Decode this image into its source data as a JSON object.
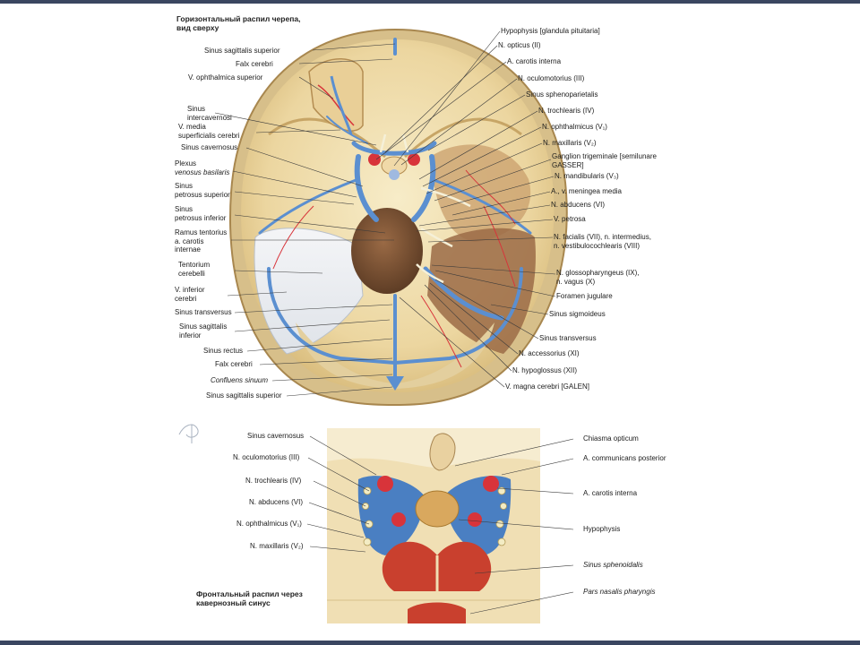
{
  "top_title": [
    "Горизонтальный распил черепа,",
    "вид сверху"
  ],
  "bottom_title": [
    "Фронтальный распил через",
    "кавернозный синус"
  ],
  "top_left_labels": [
    {
      "lines": [
        "Sinus sagittalis superior"
      ]
    },
    {
      "lines": [
        "Falx cerebri"
      ]
    },
    {
      "lines": [
        "V. ophthalmica superior"
      ]
    },
    {
      "lines": [
        "Sinus",
        "intercavernosi"
      ]
    },
    {
      "lines": [
        "V. media",
        "superficialis cerebri"
      ]
    },
    {
      "lines": [
        "Sinus cavernosus"
      ]
    },
    {
      "lines": [
        "Plexus",
        "venosus basilaris"
      ],
      "italic2": true
    },
    {
      "lines": [
        "Sinus",
        "petrosus superior"
      ]
    },
    {
      "lines": [
        "Sinus",
        "petrosus inferior"
      ]
    },
    {
      "lines": [
        "Ramus tentorius",
        "a. carotis",
        "internae"
      ]
    },
    {
      "lines": [
        "Tentorium",
        "cerebelli"
      ]
    },
    {
      "lines": [
        "V. inferior",
        "cerebri"
      ]
    },
    {
      "lines": [
        "Sinus transversus"
      ]
    },
    {
      "lines": [
        "Sinus sagittalis",
        "inferior"
      ]
    },
    {
      "lines": [
        "Sinus rectus"
      ]
    },
    {
      "lines": [
        "Falx cerebri"
      ]
    },
    {
      "lines": [
        "Confluens sinuum"
      ],
      "italic": true
    },
    {
      "lines": [
        "Sinus sagittalis superior"
      ]
    }
  ],
  "top_right_labels": [
    {
      "lines": [
        "Hypophysis [glandula pituitaria]"
      ]
    },
    {
      "lines": [
        "N. opticus (II)"
      ]
    },
    {
      "lines": [
        "A. carotis interna"
      ]
    },
    {
      "lines": [
        "N. oculomotorius (III)"
      ]
    },
    {
      "lines": [
        "Sinus sphenoparietalis"
      ]
    },
    {
      "lines": [
        "N. trochlearis (IV)"
      ]
    },
    {
      "lines": [
        "N. ophthalmicus (V₁)"
      ]
    },
    {
      "lines": [
        "N. maxillaris (V₂)"
      ]
    },
    {
      "lines": [
        "Ganglion trigeminale [semilunare",
        "GASSER]"
      ]
    },
    {
      "lines": [
        "N. mandibularis (V₃)"
      ]
    },
    {
      "lines": [
        "A., v. meningea media"
      ]
    },
    {
      "lines": [
        "N. abducens (VI)"
      ]
    },
    {
      "lines": [
        "V. petrosa"
      ]
    },
    {
      "lines": [
        "N. facialis (VII), n. intermedius,",
        "n. vestibulocochlearis (VIII)"
      ]
    },
    {
      "lines": [
        "N. glossopharyngeus (IX),",
        "n. vagus (X)"
      ]
    },
    {
      "lines": [
        "Foramen jugulare"
      ]
    },
    {
      "lines": [
        "Sinus sigmoideus"
      ]
    },
    {
      "lines": [
        "Sinus transversus"
      ]
    },
    {
      "lines": [
        "N. accessorius (XI)"
      ]
    },
    {
      "lines": [
        "N. hypoglossus (XII)"
      ]
    },
    {
      "lines": [
        "V. magna cerebri [GALEN]"
      ]
    }
  ],
  "bottom_left_labels": [
    {
      "lines": [
        "Sinus cavernosus"
      ]
    },
    {
      "lines": [
        "N. oculomotorius (III)"
      ]
    },
    {
      "lines": [
        "N. trochlearis (IV)"
      ]
    },
    {
      "lines": [
        "N. abducens (VI)"
      ]
    },
    {
      "lines": [
        "N. ophthalmicus (V₁)"
      ]
    },
    {
      "lines": [
        "N. maxillaris (V₂)"
      ]
    }
  ],
  "bottom_right_labels": [
    {
      "lines": [
        "Chiasma opticum"
      ]
    },
    {
      "lines": [
        "A. communicans posterior"
      ]
    },
    {
      "lines": [
        "A. carotis interna"
      ]
    },
    {
      "lines": [
        "Hypophysis"
      ]
    },
    {
      "lines": [
        "Sinus sphenoidalis"
      ],
      "italic": true
    },
    {
      "lines": [
        "Pars nasalis pharyngis"
      ],
      "italic": true
    }
  ],
  "colors": {
    "bone": "#f2e3b8",
    "bone_edge": "#c9a96a",
    "vein": "#5b8fd0",
    "artery": "#d8343a",
    "brain_stem": "#7a5236",
    "tentorium": "#eef0f3",
    "frame": "#3a4660"
  }
}
